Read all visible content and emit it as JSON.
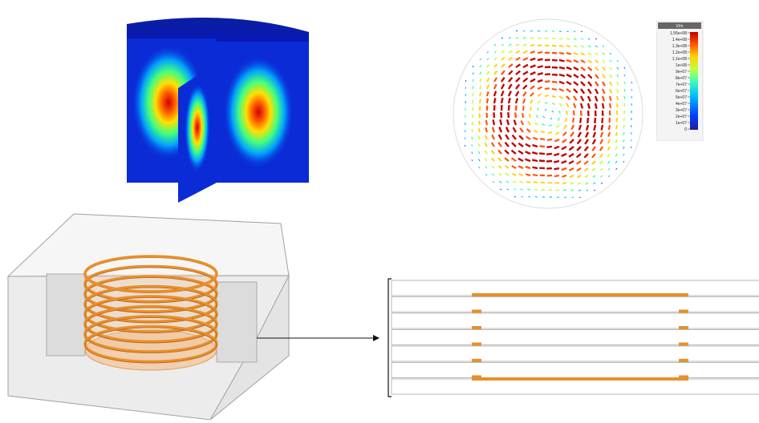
{
  "colorbar": {
    "unit": "V/m",
    "ticks": [
      "1.55e+08",
      "1.4e+08",
      "1.3e+08",
      "1.2e+08",
      "1.1e+08",
      "1e+08",
      "9e+07",
      "8e+07",
      "7e+07",
      "6e+07",
      "5e+07",
      "4e+07",
      "3e+07",
      "2e+07",
      "1e+07",
      "0"
    ],
    "colors": [
      "#1e1e96",
      "#0040ff",
      "#00c0ff",
      "#40ffb0",
      "#c0ff40",
      "#ffd000",
      "#ff5000",
      "#c00000"
    ]
  },
  "colors": {
    "copper": "#e8902a",
    "copper_dark": "#b8641a",
    "cavity_blue": "#0a2bd6",
    "box_stroke": "#9a9a9a",
    "box_fill": "#f2f2f2",
    "arrow": "#111111"
  },
  "section": {
    "rows": 7
  }
}
